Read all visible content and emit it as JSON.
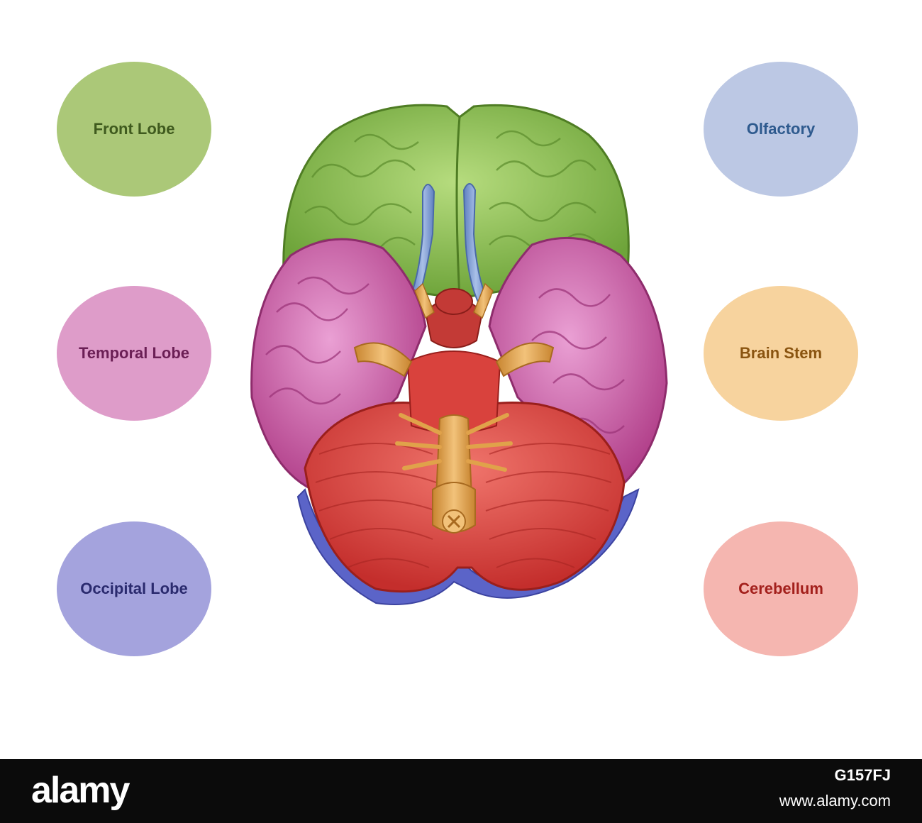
{
  "labels": [
    {
      "id": "front-lobe",
      "text": "Front Lobe",
      "fill": "#abc878",
      "color": "#3f5a1e"
    },
    {
      "id": "temporal-lobe",
      "text": "Temporal Lobe",
      "fill": "#de9cc9",
      "color": "#6b1f55"
    },
    {
      "id": "occipital-lobe",
      "text": "Occipital Lobe",
      "fill": "#a4a3dd",
      "color": "#2a2a6e"
    },
    {
      "id": "olfactory",
      "text": "Olfactory",
      "fill": "#bcc8e4",
      "color": "#2e5a8e"
    },
    {
      "id": "brain-stem",
      "text": "Brain Stem",
      "fill": "#f7d39e",
      "color": "#8a5410"
    },
    {
      "id": "cerebellum",
      "text": "Cerebellum",
      "fill": "#f5b6b0",
      "color": "#a3201c"
    }
  ],
  "colors": {
    "frontal": "#8cbf48",
    "temporal": "#c6549d",
    "occipital": "#5b64c8",
    "olfactory": "#7f9ed0",
    "brainstem": "#e0a24a",
    "cerebellum": "#d9423d"
  },
  "footer": {
    "brand": "alamy",
    "image_id": "G157FJ",
    "site": "www.alamy.com"
  }
}
